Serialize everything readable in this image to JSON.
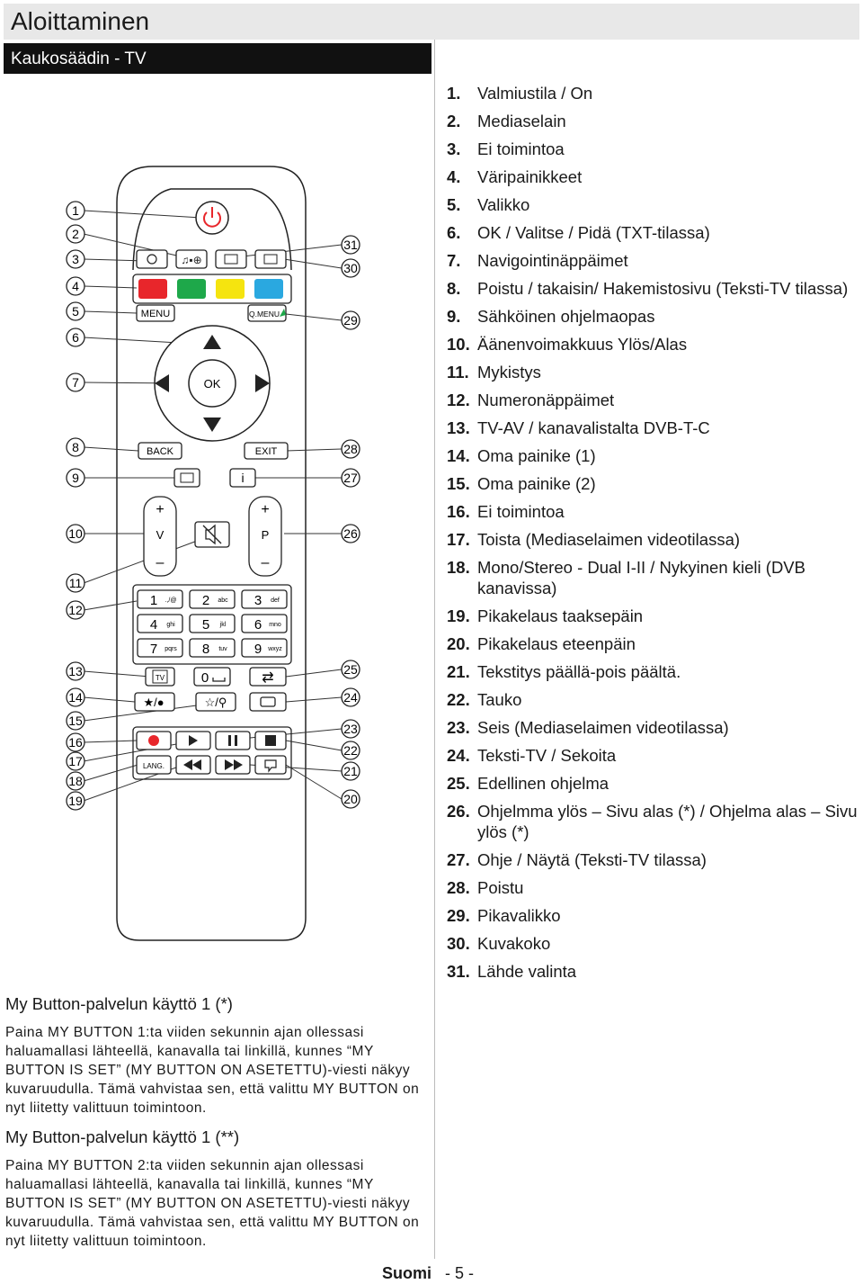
{
  "page": {
    "title": "Aloittaminen",
    "subtitle": "Kaukosäädin - TV",
    "footer_language": "Suomi",
    "footer_page": "- 5 -"
  },
  "remote": {
    "left_callouts": [
      "1",
      "2",
      "3",
      "4",
      "5",
      "6",
      "7",
      "8",
      "9",
      "10",
      "11",
      "12",
      "13",
      "14",
      "15",
      "16",
      "17",
      "18",
      "19"
    ],
    "right_callouts": [
      "31",
      "30",
      "29",
      "28",
      "27",
      "26",
      "25",
      "24",
      "23",
      "22",
      "21",
      "20"
    ],
    "labels": {
      "menu": "MENU",
      "qmenu": "Q.MENU",
      "ok": "OK",
      "back": "BACK",
      "exit": "EXIT",
      "info": "i",
      "plus": "+",
      "minus": "–",
      "v": "V",
      "p": "P",
      "tv": "TV",
      "lang": "LANG."
    },
    "color_keys": [
      "#e8262b",
      "#1ea84a",
      "#f5e40f",
      "#2aa8e0"
    ],
    "num_keys": [
      {
        "digit": "1",
        "letters": ".,/@"
      },
      {
        "digit": "2",
        "letters": "abc"
      },
      {
        "digit": "3",
        "letters": "def"
      },
      {
        "digit": "4",
        "letters": "ghi"
      },
      {
        "digit": "5",
        "letters": "jkl"
      },
      {
        "digit": "6",
        "letters": "mno"
      },
      {
        "digit": "7",
        "letters": "pqrs"
      },
      {
        "digit": "8",
        "letters": "tuv"
      },
      {
        "digit": "9",
        "letters": "wxyz"
      }
    ],
    "zero": "0"
  },
  "legend": [
    {
      "n": "1.",
      "text": "Valmiustila / On"
    },
    {
      "n": "2.",
      "text": "Mediaselain"
    },
    {
      "n": "3.",
      "text": "Ei toimintoa"
    },
    {
      "n": "4.",
      "text": "Väripainikkeet"
    },
    {
      "n": "5.",
      "text": "Valikko"
    },
    {
      "n": "6.",
      "text": "OK / Valitse / Pidä (TXT-tilassa)"
    },
    {
      "n": "7.",
      "text": "Navigointinäppäimet"
    },
    {
      "n": "8.",
      "text": "Poistu / takaisin/ Hakemistosivu (Teksti-TV tilassa)"
    },
    {
      "n": "9.",
      "text": "Sähköinen ohjelmaopas"
    },
    {
      "n": "10.",
      "text": "Äänenvoimakkuus Ylös/Alas"
    },
    {
      "n": "11.",
      "text": "Mykistys"
    },
    {
      "n": "12.",
      "text": "Numeronäppäimet"
    },
    {
      "n": "13.",
      "text": "TV-AV / kanavalistalta DVB-T-C"
    },
    {
      "n": "14.",
      "text": "Oma painike (1)"
    },
    {
      "n": "15.",
      "text": "Oma painike (2)"
    },
    {
      "n": "16.",
      "text": "Ei toimintoa"
    },
    {
      "n": "17.",
      "text": "Toista (Mediaselaimen videotilassa)"
    },
    {
      "n": "18.",
      "text": "Mono/Stereo - Dual I-II / Nykyinen kieli (DVB kanavissa)"
    },
    {
      "n": "19.",
      "text": "Pikakelaus taaksepäin"
    },
    {
      "n": "20.",
      "text": "Pikakelaus  eteenpäin"
    },
    {
      "n": "21.",
      "text": "Tekstitys päällä-pois päältä."
    },
    {
      "n": "22.",
      "text": "Tauko"
    },
    {
      "n": "23.",
      "text": "Seis (Mediaselaimen videotilassa)"
    },
    {
      "n": "24.",
      "text": "Teksti-TV / Sekoita"
    },
    {
      "n": "25.",
      "text": "Edellinen ohjelma"
    },
    {
      "n": "26.",
      "text": "Ohjelmma ylös – Sivu alas (*) / Ohjelma alas – Sivu ylös (*)"
    },
    {
      "n": "27.",
      "text": "Ohje / Näytä (Teksti-TV tilassa)"
    },
    {
      "n": "28.",
      "text": "Poistu"
    },
    {
      "n": "29.",
      "text": "Pikavalikko"
    },
    {
      "n": "30.",
      "text": "Kuvakoko"
    },
    {
      "n": "31.",
      "text": "Lähde valinta"
    }
  ],
  "sections": [
    {
      "heading": "My Button-palvelun käyttö 1 (*)",
      "body": "Paina MY BUTTON 1:ta viiden sekunnin ajan ollessasi haluamallasi lähteellä, kanavalla tai linkillä, kunnes “MY BUTTON IS SET” (MY BUTTON ON ASETETTU)-viesti näkyy kuvaruudulla. Tämä vahvistaa sen, että valittu MY BUTTON on nyt liitetty valittuun toimintoon."
    },
    {
      "heading": "My Button-palvelun käyttö 1 (**)",
      "body": "Paina MY BUTTON 2:ta viiden sekunnin ajan ollessasi haluamallasi lähteellä, kanavalla tai linkillä, kunnes “MY BUTTON IS SET” (MY BUTTON ON ASETETTU)-viesti näkyy kuvaruudulla. Tämä vahvistaa sen, että valittu MY BUTTON on nyt liitetty valittuun toimintoon."
    }
  ]
}
